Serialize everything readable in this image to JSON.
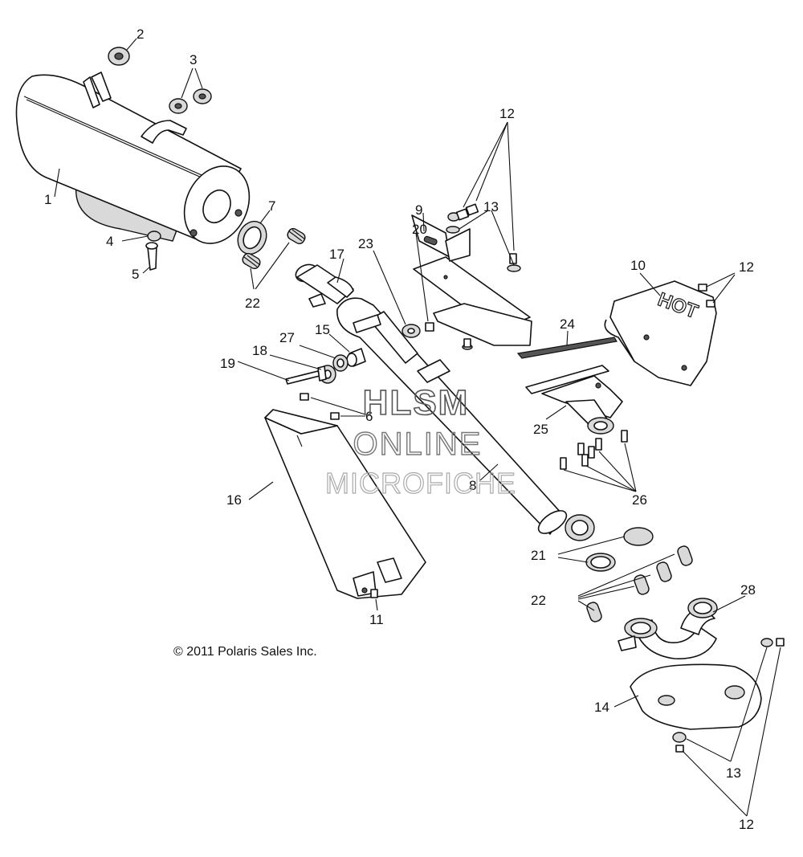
{
  "callouts": {
    "c1": "1",
    "c2": "2",
    "c3": "3",
    "c4": "4",
    "c5": "5",
    "c6": "6",
    "c7": "7",
    "c8": "8",
    "c9": "9",
    "c10": "10",
    "c11": "11",
    "c12a": "12",
    "c12b": "12",
    "c12c": "12",
    "c13a": "13",
    "c13b": "13",
    "c14": "14",
    "c15": "15",
    "c16": "16",
    "c17": "17",
    "c18": "18",
    "c19": "19",
    "c20": "20",
    "c21": "21",
    "c22a": "22",
    "c22b": "22",
    "c23": "23",
    "c24": "24",
    "c25": "25",
    "c26": "26",
    "c27": "27",
    "c28": "28"
  },
  "heat_shield_label": "HOT",
  "copyright": "© 2011 Polaris Sales Inc.",
  "watermark": {
    "line1": "HLSM",
    "line2": "ONLINE",
    "line3": "MICROFICHE"
  }
}
